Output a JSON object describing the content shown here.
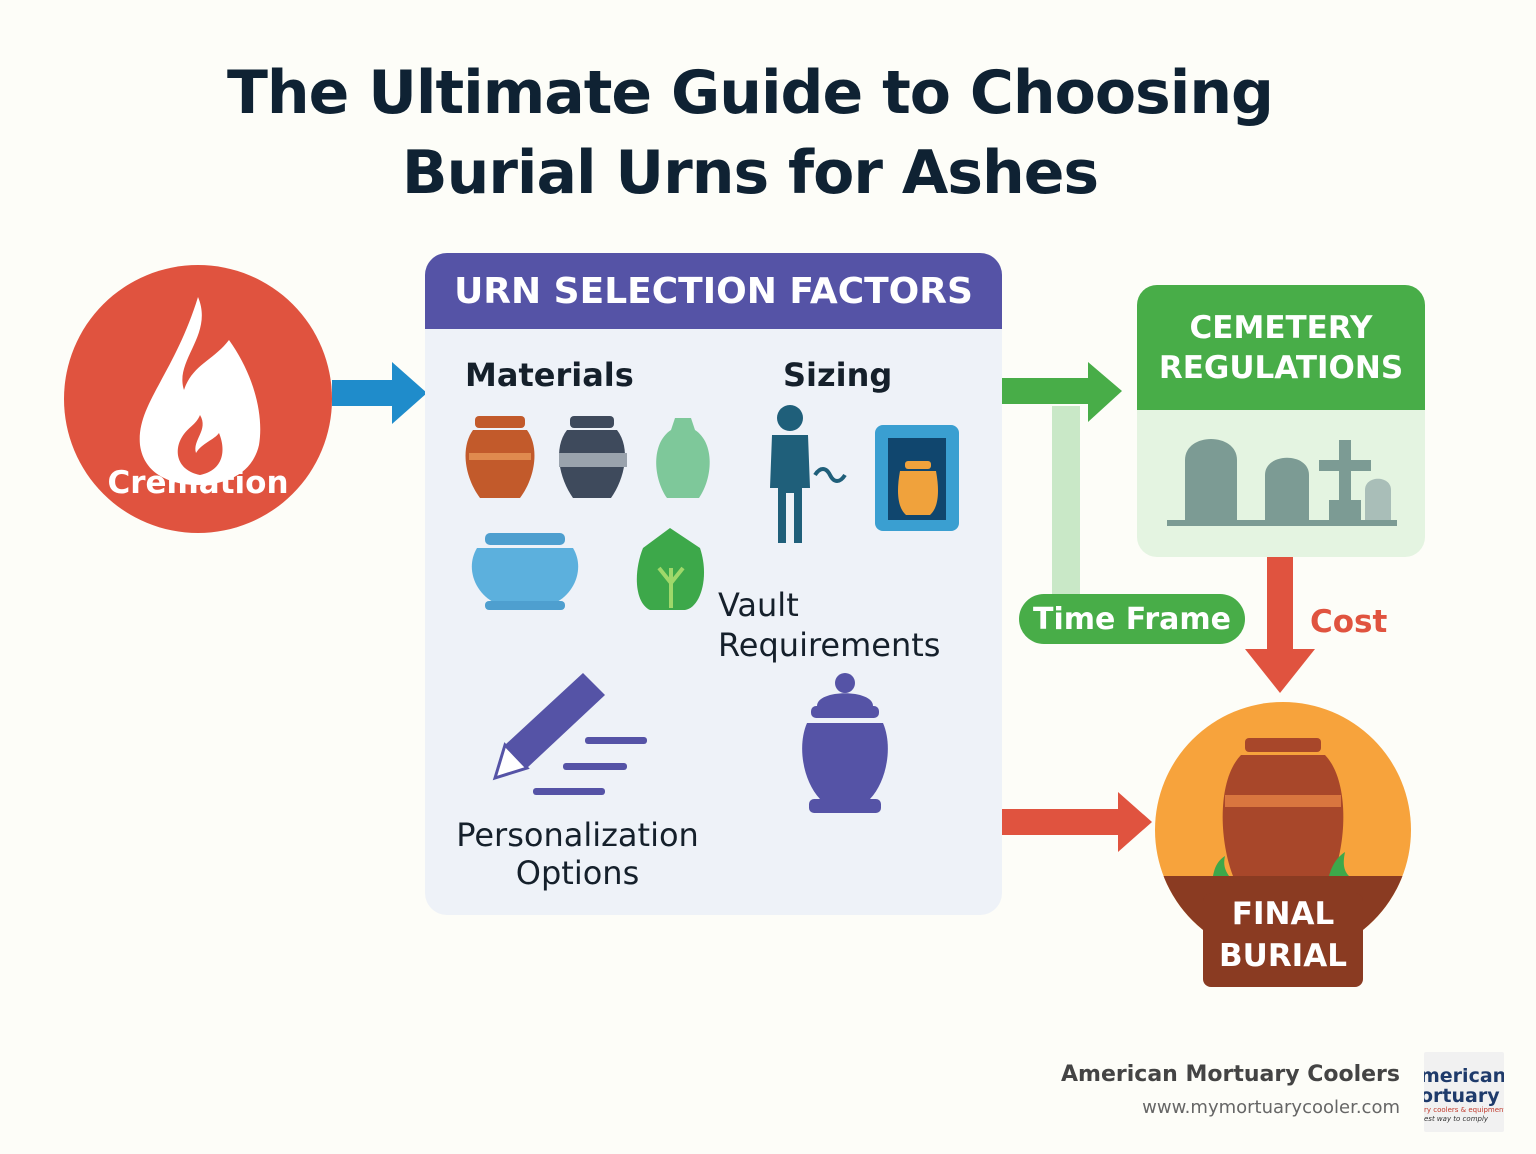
{
  "title": {
    "line1": "The Ultimate Guide to Choosing",
    "line2": "Burial Urns for Ashes"
  },
  "cremation": {
    "label": "Cremation",
    "icon": "flame-icon",
    "color": "#e0533f"
  },
  "factors": {
    "header": "URN SELECTION FACTORS",
    "materials_label": "Materials",
    "sizing_label": "Sizing",
    "vault_label_line1": "Vault",
    "vault_label_line2": "Requirements",
    "personalization_label_line1": "Personalization",
    "personalization_label_line2": "Options",
    "header_color": "#5553a6"
  },
  "cemetery": {
    "header_line1": "CEMETERY",
    "header_line2": "REGULATIONS",
    "color": "#48ad48"
  },
  "time_frame": "Time Frame",
  "cost": "Cost",
  "final_burial": {
    "line1": "FINAL",
    "line2": "BURIAL"
  },
  "branding": {
    "name": "American Mortuary Coolers",
    "url": "www.mymortuarycooler.com",
    "logo_line1": "merican",
    "logo_line2": "ortuary",
    "logo_line3": "ry coolers & equipment",
    "logo_line4": "est way to comply"
  }
}
